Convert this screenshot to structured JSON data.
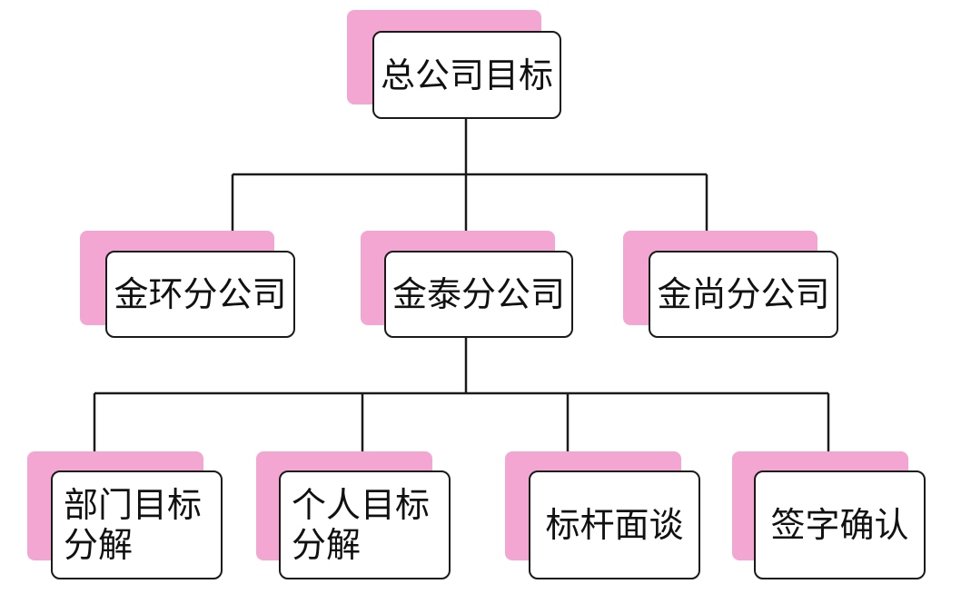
{
  "colors": {
    "shadow": "#f4a6d3",
    "border": "#1a1a1a",
    "line": "#1a1a1a",
    "box_fill": "#ffffff",
    "text": "#111111"
  },
  "root": {
    "label": "总公司目标"
  },
  "branches": [
    {
      "label": "金环分公司"
    },
    {
      "label": "金泰分公司"
    },
    {
      "label": "金尚分公司"
    }
  ],
  "steps": [
    {
      "label": "部门目标分解"
    },
    {
      "label": "个人目标分解"
    },
    {
      "label": "标杆面谈"
    },
    {
      "label": "签字确认"
    }
  ]
}
